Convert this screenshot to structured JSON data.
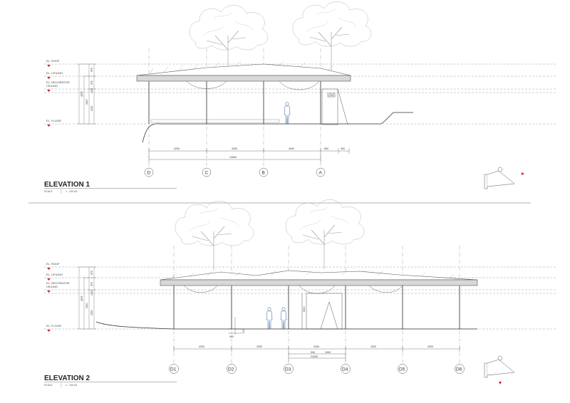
{
  "elevation_1": {
    "title": "ELEVATION 1",
    "subtitle_left": "SCALE",
    "subtitle_right": "1 : 100 A3",
    "levels": [
      "EL. ROOF",
      "EL. CEILING",
      "EL. DECORATIVE",
      "CEILING",
      "EL. FLOOR"
    ],
    "vertical_dims": [
      "975",
      "975",
      "1150",
      "2250",
      "3400",
      "4375"
    ],
    "spans": [
      "4200",
      "4200",
      "4200",
      "800",
      "300"
    ],
    "total": "12600",
    "small_tag": "1200",
    "grid_labels": [
      "D",
      "C",
      "B",
      "A"
    ]
  },
  "elevation_2": {
    "title": "ELEVATION 2",
    "subtitle_left": "SCALE",
    "subtitle_right": "1 : 100 A3",
    "levels": [
      "EL. ROOF",
      "EL. CEILING",
      "EL. DECORATIVE",
      "CEILING",
      "EL. FLOOR"
    ],
    "vertical_dims": [
      "975",
      "975",
      "1150",
      "2250",
      "3400",
      "4375"
    ],
    "spans": [
      "4200",
      "4200",
      "4200",
      "4200",
      "4200"
    ],
    "center_dims": [
      "900",
      "1000"
    ],
    "total": "21000",
    "small_dims": [
      "300",
      "200"
    ],
    "door_height": "3600",
    "grid_labels": [
      "D1",
      "D2",
      "D3",
      "D4",
      "D5",
      "D6"
    ]
  },
  "colors": {
    "line": "#555555",
    "marker": "#cc2222",
    "figure": "#5577aa"
  },
  "icons": [
    "elevation-marker-icon",
    "human-figure-icon",
    "tree-icon",
    "level-marker-icon"
  ]
}
